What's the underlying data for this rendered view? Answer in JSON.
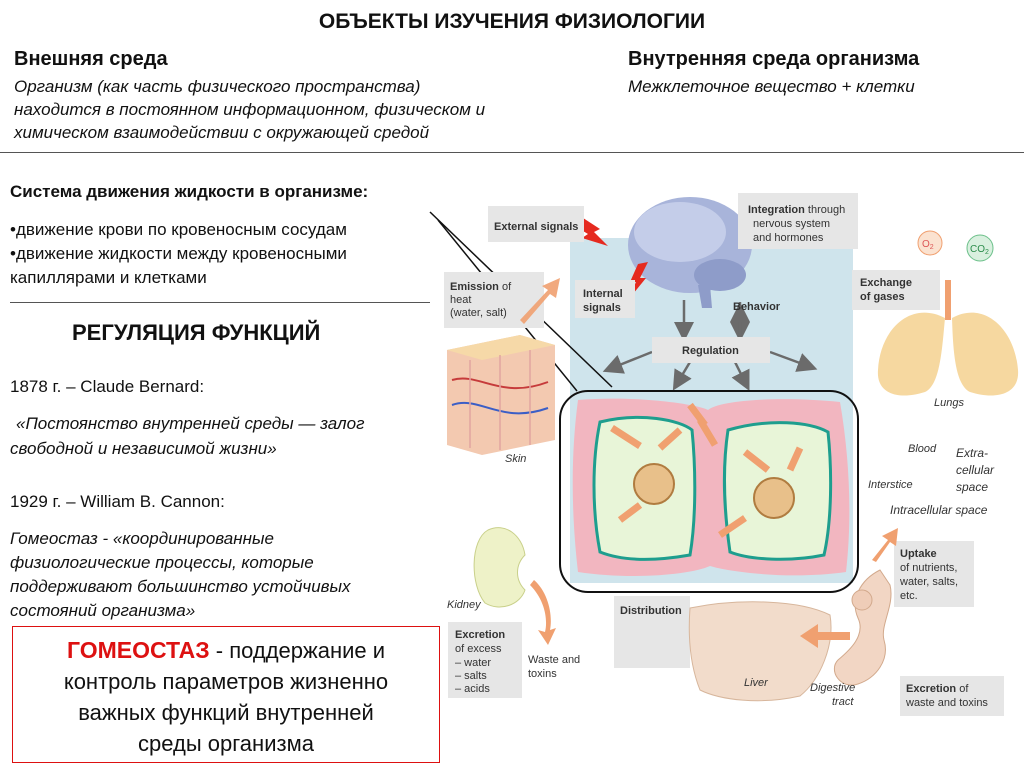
{
  "title": "ОБЪЕКТЫ ИЗУЧЕНИЯ ФИЗИОЛОГИИ",
  "external": {
    "heading": "Внешняя среда",
    "lines": [
      "Организм (как часть физического пространства)",
      "находится в постоянном информационном, физическом и",
      "химическом взаимодействии с окружающей средой"
    ]
  },
  "internal": {
    "heading": "Внутренняя среда организма",
    "text": "Межклеточное вещество + клетки"
  },
  "fluid": {
    "heading": "Система движения жидкости в организме:",
    "items": [
      "•движение крови по кровеносным сосудам",
      "•движение жидкости между кровеносными",
      "капиллярами и клетками"
    ]
  },
  "regulation": {
    "heading": "РЕГУЛЯЦИЯ ФУНКЦИЙ",
    "bernard_date": "1878 г. – Claude Bernard:",
    "bernard_quote": [
      "«Постоянство внутренней среды — залог",
      "свободной и независимой жизни»"
    ],
    "cannon_date": "1929 г. – William B. Cannon:",
    "cannon_quote": [
      "Гомеостаз - «координированные",
      "физиологические процессы, которые",
      "поддерживают большинство устойчивых",
      "состояний организма»"
    ]
  },
  "homeostasis": {
    "keyword": "ГОМЕОСТАЗ",
    "rest": " - поддержание и",
    "lines": [
      "контроль параметров жизненно",
      "важных функций внутренней",
      "среды организма"
    ]
  },
  "diagram": {
    "external_signals": "External signals",
    "integration_bold": "Integration",
    "integration_rest": "through",
    "integration_lines": [
      "nervous system",
      "and hormones"
    ],
    "internal_signals": [
      "Internal",
      "signals"
    ],
    "behavior": "Behavior",
    "regulation": "Regulation",
    "emission_bold": "Emission",
    "emission_rest": "of",
    "emission_lines": [
      "heat",
      "(water, salt)"
    ],
    "skin": "Skin",
    "exchange": [
      "Exchange",
      "of gases"
    ],
    "o2": "O",
    "o2_sub": "2",
    "co2": "CO",
    "co2_sub": "2",
    "lungs": "Lungs",
    "blood": "Blood",
    "extracellular": [
      "Extra-",
      "cellular",
      "space"
    ],
    "interstice": "Interstice",
    "intracellular": "Intracellular space",
    "uptake_bold": "Uptake",
    "uptake_lines": [
      "of nutrients,",
      "water, salts,",
      "etc."
    ],
    "kidney": "Kidney",
    "excretion_bold": "Excretion",
    "excretion_lines": [
      "of excess",
      "– water",
      "– salts",
      "– acids"
    ],
    "waste": [
      "Waste and",
      "toxins"
    ],
    "distribution": "Distribution",
    "liver": "Liver",
    "digestive": [
      "Digestive",
      "tract"
    ],
    "excretion2_bold": "Excretion",
    "excretion2_rest": "of",
    "excretion2_line": "waste and toxins"
  },
  "colors": {
    "accent_red": "#dd1111",
    "panel_blue": "#cfe4ec",
    "label_gray": "#e6e6e6",
    "arrow_orange": "#f0a070",
    "cell_pink": "#f2b6c0"
  }
}
